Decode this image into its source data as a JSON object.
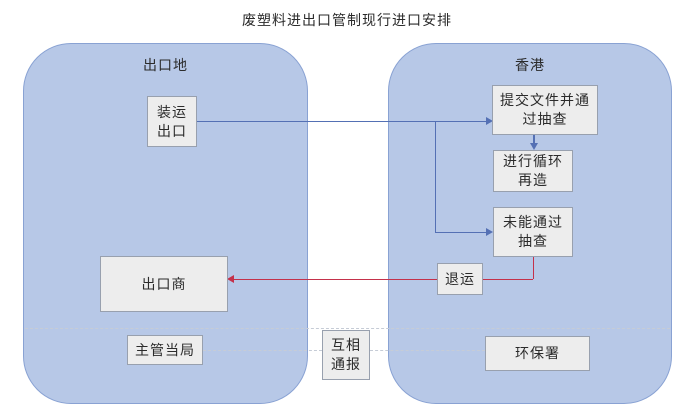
{
  "title": "废塑料进出口管制现行进口安排",
  "regions": {
    "origin": {
      "label": "出口地"
    },
    "hongkong": {
      "label": "香港"
    }
  },
  "nodes": {
    "ship_export": {
      "line1": "装运",
      "line2": "出口"
    },
    "submit_docs": {
      "line1": "提交文件并通",
      "line2": "过抽查"
    },
    "recycle": {
      "line1": "进行循环",
      "line2": "再造"
    },
    "fail_check": {
      "line1": "未能通过",
      "line2": "抽查"
    },
    "return_shipment": {
      "label": "退运"
    },
    "exporter": {
      "label": "出口商"
    },
    "authority": {
      "label": "主管当局"
    },
    "mutual_notify": {
      "line1": "互相",
      "line2": "通报"
    },
    "epd": {
      "label": "环保署"
    }
  },
  "colors": {
    "region_fill": "#b7c8e7",
    "region_border": "#89a2d3",
    "node_fill": "#ededed",
    "node_border": "#98a0ae",
    "flow_blue": "#5470b4",
    "flow_red": "#c4314b",
    "dashed_line": "#c6ccd6",
    "text_color": "#2b2b2b"
  }
}
